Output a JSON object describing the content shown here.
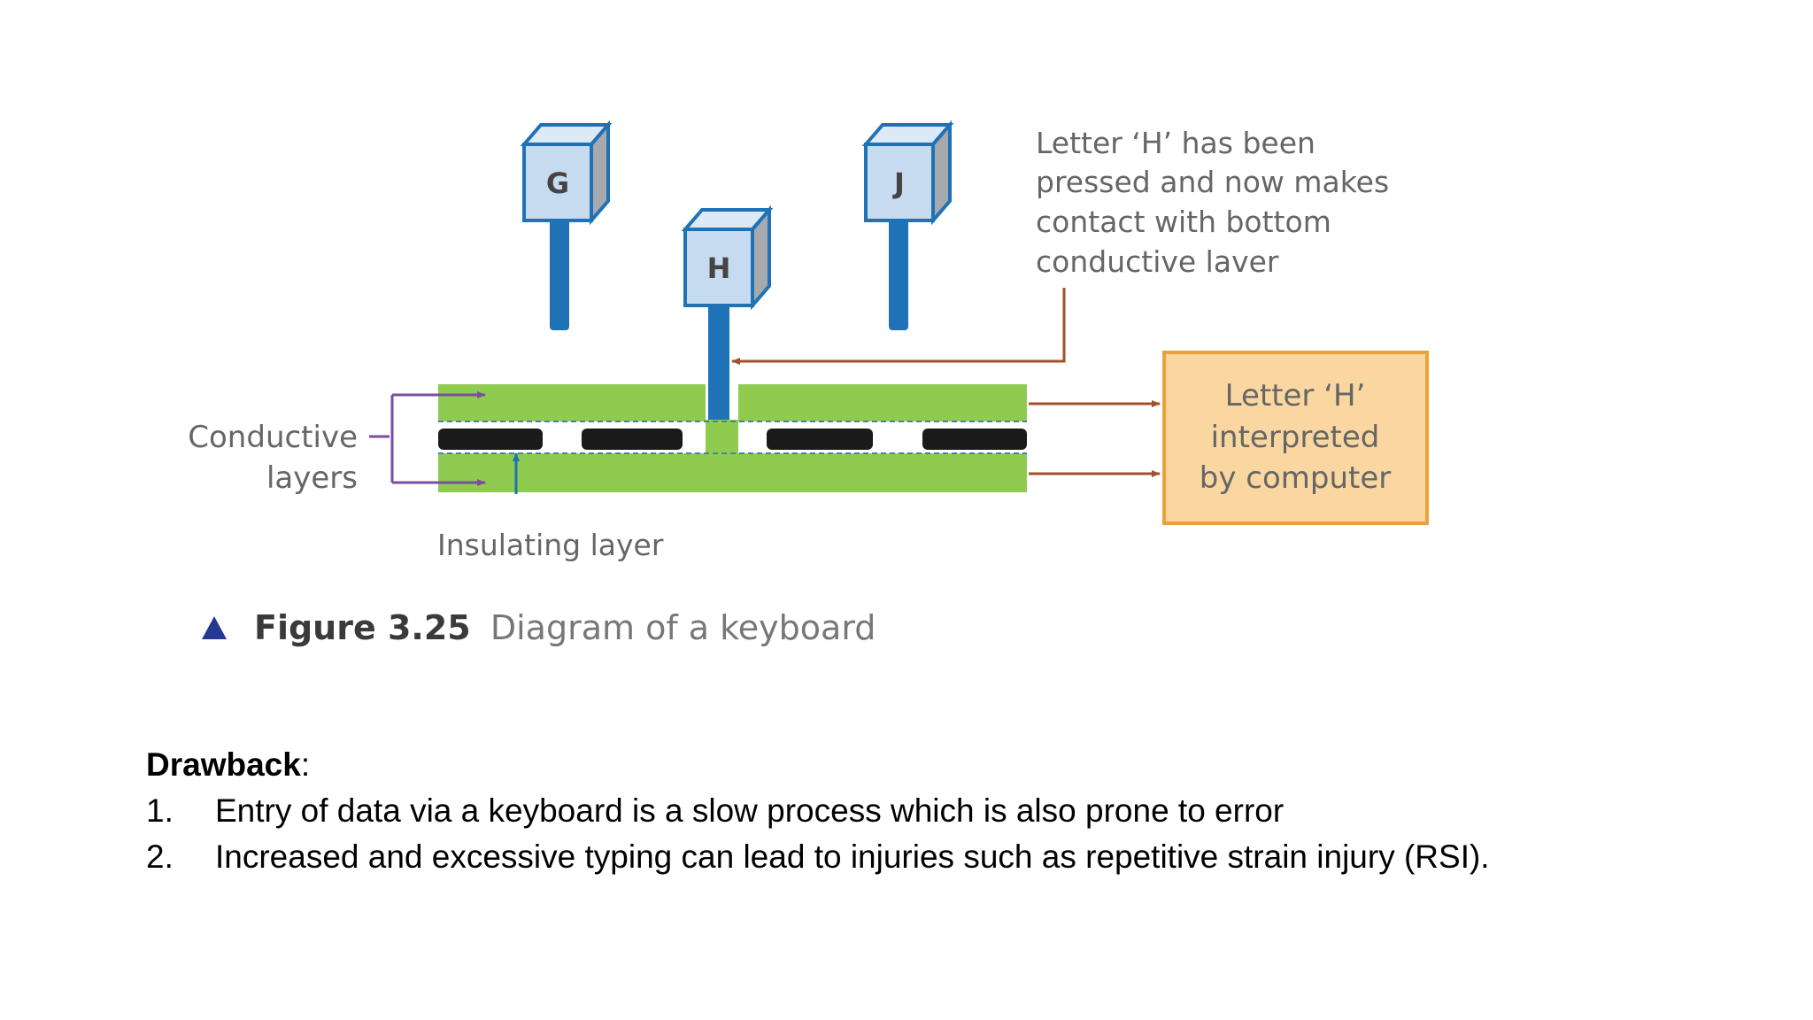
{
  "diagram": {
    "keys": [
      {
        "letter": "G"
      },
      {
        "letter": "H"
      },
      {
        "letter": "J"
      }
    ],
    "annotation_pressed": [
      "Letter ‘H’ has been",
      "pressed and now makes",
      "contact with bottom",
      "conductive laver"
    ],
    "label_conductive": [
      "Conductive",
      "layers"
    ],
    "label_insulating": "Insulating layer",
    "output_box": [
      "Letter ‘H’",
      "interpreted",
      "by computer"
    ],
    "caption": {
      "number": "Figure 3.25",
      "text": "Diagram of a keyboard"
    },
    "colors": {
      "key_face": "#c7dbf0",
      "key_side": "#a7a9ad",
      "key_outline": "#1f72b6",
      "stem": "#1f72b6",
      "layer_green": "#8fcb4f",
      "insulator_black": "#1a1a1a",
      "arrow_brown": "#a0522d",
      "arrow_purple": "#7a4ea3",
      "output_fill": "#fad7a0",
      "output_border": "#e8a23c",
      "caption_triangle": "#243a8e"
    }
  },
  "drawback": {
    "heading": "Drawback",
    "colon": ":",
    "items": [
      {
        "num": "1.",
        "text": "Entry of data via a keyboard is a slow process which is also prone to error"
      },
      {
        "num": "2.",
        "text": "Increased and excessive typing can lead to injuries such as repetitive strain injury (RSI)."
      }
    ]
  }
}
